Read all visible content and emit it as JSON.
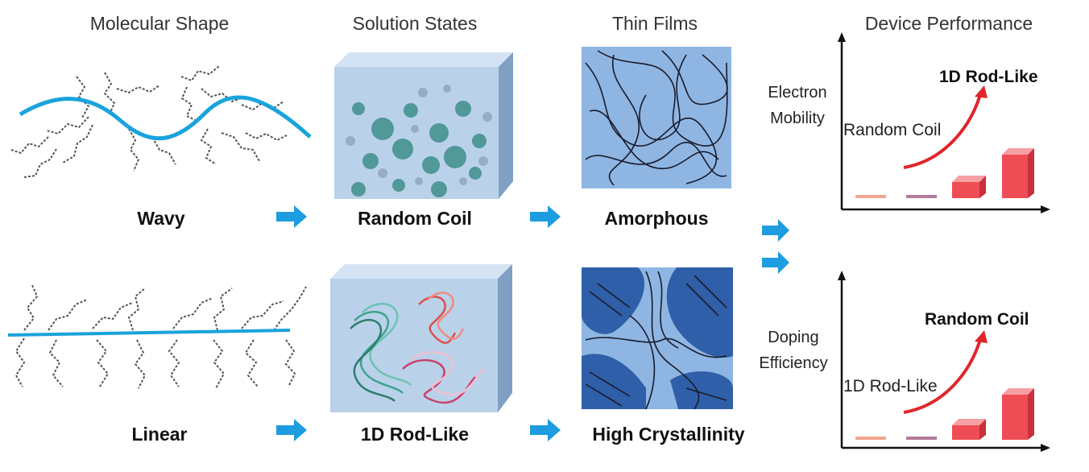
{
  "headers": {
    "molecular_shape": "Molecular Shape",
    "solution_states": "Solution States",
    "thin_films": "Thin Films",
    "device_performance": "Device Performance"
  },
  "top_row": {
    "shape": "Wavy",
    "solution": "Random Coil",
    "film": "Amorphous"
  },
  "bottom_row": {
    "shape": "Linear",
    "solution": "1D Rod-Like",
    "film": "High Crystallinity"
  },
  "chart_mobility": {
    "ylabel_line1": "Electron",
    "ylabel_line2": "Mobility",
    "low_label": "Random Coil",
    "high_label": "1D Rod-Like"
  },
  "chart_doping": {
    "ylabel_line1": "Doping",
    "ylabel_line2": "Efficiency",
    "low_label": "1D Rod-Like",
    "high_label": "Random Coil"
  },
  "colors": {
    "arrow_blue": "#1e9ce0",
    "backbone_blue": "#1aa3dc",
    "cube_front": "#b9d2ea",
    "film_bg": "#8fb6e3",
    "crystal_dark": "#2f5fa8",
    "trend_red": "#e0262b",
    "bar_red": "#ef4d55"
  }
}
